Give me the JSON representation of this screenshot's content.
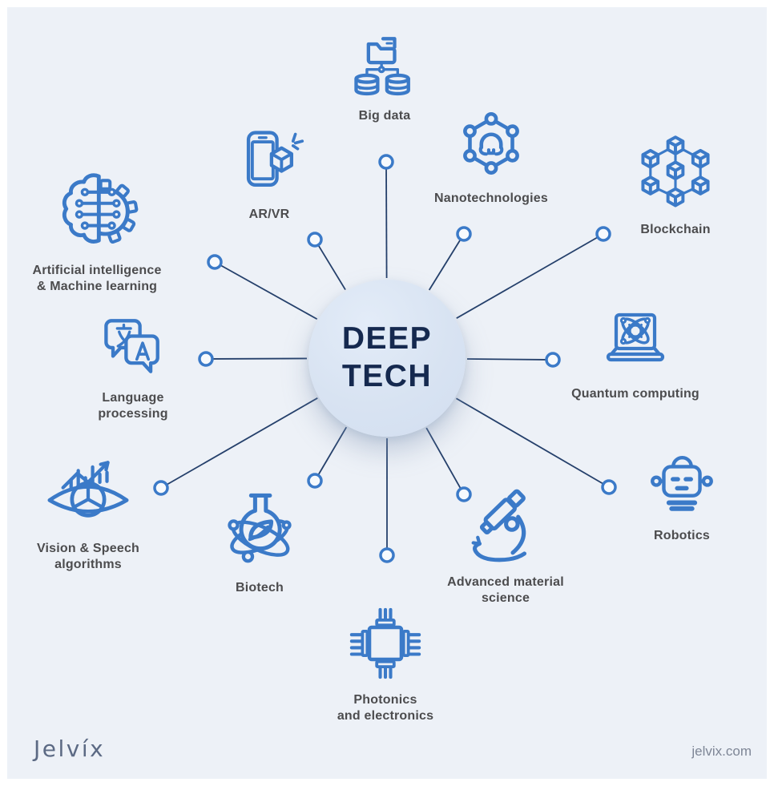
{
  "page": {
    "background": "#edf1f7",
    "frame_color": "#ffffff"
  },
  "colors": {
    "icon_blue": "#3b7ac8",
    "connector_navy": "#25406b",
    "connector_dot_fill": "#f7fafd",
    "center_circle_fill": "#d8e3f2",
    "title_navy": "#15294f",
    "label_gray": "#4c4c4e",
    "logo_gray": "#5c6a84",
    "url_gray": "#7e8696"
  },
  "center": {
    "title_line1": "DEEP",
    "title_line2": "TECH"
  },
  "diagram": {
    "nodes": [
      {
        "id": "big-data",
        "label": "Big data",
        "icon": "big-data-icon"
      },
      {
        "id": "ar-vr",
        "label": "AR/VR",
        "icon": "ar-vr-icon"
      },
      {
        "id": "nanotechnologies",
        "label": "Nanotechnologies",
        "icon": "nanobot-hexagon-icon"
      },
      {
        "id": "blockchain",
        "label": "Blockchain",
        "icon": "cube-network-icon"
      },
      {
        "id": "ai-ml",
        "label": "Artificial intelligence\n& Machine learning",
        "icon": "brain-gear-icon"
      },
      {
        "id": "quantum-computing",
        "label": "Quantum computing",
        "icon": "laptop-atom-icon"
      },
      {
        "id": "language-processing",
        "label": "Language\nprocessing",
        "icon": "translate-bubbles-icon"
      },
      {
        "id": "vision-speech",
        "label": "Vision & Speech\nalgorithms",
        "icon": "eye-analytics-icon"
      },
      {
        "id": "robotics",
        "label": "Robotics",
        "icon": "robot-head-icon"
      },
      {
        "id": "advanced-material",
        "label": "Advanced material\nscience",
        "icon": "microscope-icon"
      },
      {
        "id": "biotech",
        "label": "Biotech",
        "icon": "flask-leaf-icon"
      },
      {
        "id": "photonics",
        "label": "Photonics\nand electronics",
        "icon": "chip-icon"
      }
    ]
  },
  "footer": {
    "logo": "Jelvíx",
    "website": "jelvix.com"
  }
}
